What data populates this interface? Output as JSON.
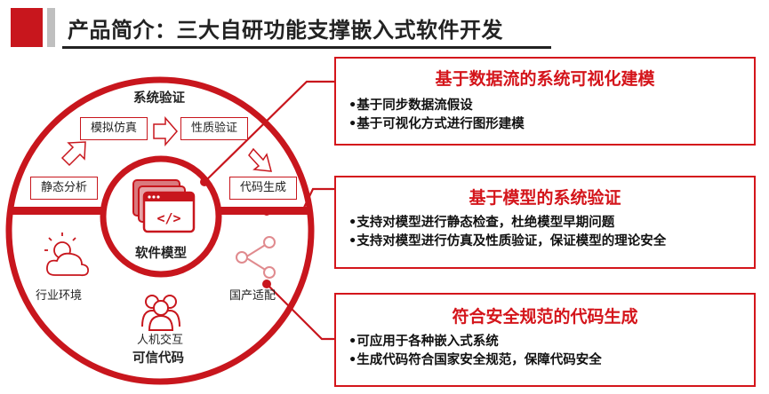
{
  "header": {
    "title": "产品简介：三大自研功能支撑嵌入式软件开发"
  },
  "diagram": {
    "section_title": "系统验证",
    "center_label": "软件模型",
    "steps": [
      "模拟仿真",
      "性质验证",
      "静态分析",
      "代码生成"
    ],
    "features": [
      "行业环境",
      "国产适配",
      "人机交互"
    ],
    "bottom_label": "可信代码"
  },
  "panels": [
    {
      "title": "基于数据流的系统可视化建模",
      "lines": [
        "•基于同步数据流假设",
        "•基于可视化方式进行图形建模"
      ]
    },
    {
      "title": "基于模型的系统验证",
      "lines": [
        "•支持对模型进行静态检查，杜绝模型早期问题",
        "•支持对模型进行仿真及性质验证，保证模型的理论安全"
      ]
    },
    {
      "title": "符合安全规范的代码生成",
      "lines": [
        "•可应用于各种嵌入式系统",
        "•生成代码符合国家安全规范，保障代码安全"
      ]
    }
  ],
  "colors": {
    "accent": "#c8161d",
    "gray": "#bfbfbf",
    "text": "#222222"
  },
  "icons": [
    "code-window-icon",
    "sun-cloud-icon",
    "share-nodes-icon",
    "people-icon",
    "hollow-arrow-icon"
  ]
}
